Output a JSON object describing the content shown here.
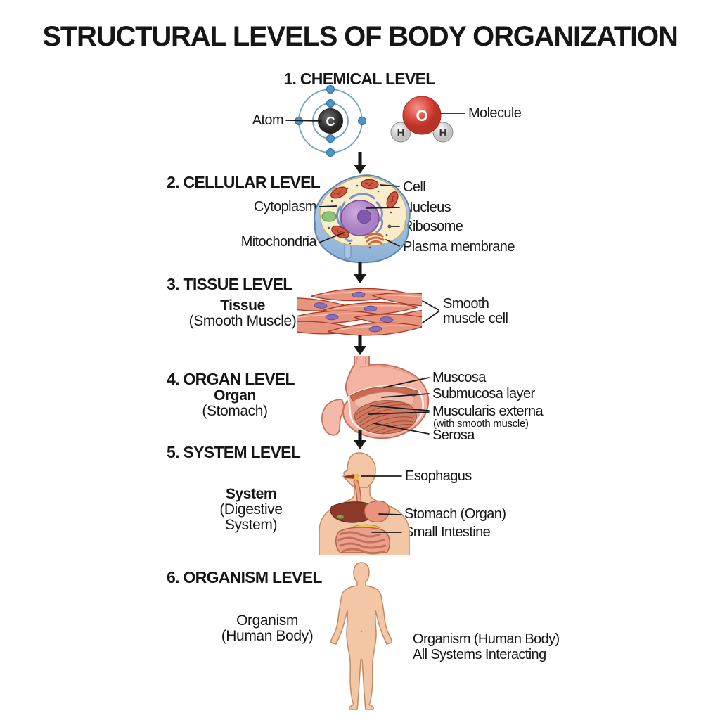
{
  "title": "STRUCTURAL LEVELS OF BODY ORGANIZATION",
  "chemical": {
    "heading": "1. CHEMICAL LEVEL",
    "atom_label": "Atom",
    "molecule_label": "Molecule",
    "carbon_symbol": "C",
    "oxygen_symbol": "O",
    "hydrogen_symbol": "H"
  },
  "cellular": {
    "heading": "2. CELLULAR LEVEL",
    "cytoplasm_label": "Cytoplasm",
    "mitochondria_label": "Mitochondria",
    "cell_label": "Cell",
    "nucleus_label": "Nucleus",
    "ribosome_label": "Ribosome",
    "plasma_membrane_label": "Plasma membrane"
  },
  "tissue": {
    "heading": "3. TISSUE LEVEL",
    "caption_title": "Tissue",
    "caption_sub": "(Smooth Muscle)",
    "cell_label_line1": "Smooth",
    "cell_label_line2": "muscle cell"
  },
  "organ": {
    "heading": "4. ORGAN LEVEL",
    "caption_title": "Organ",
    "caption_sub": "(Stomach)",
    "mucosa_label": "Muscosa",
    "submucosa_label": "Submucosa layer",
    "muscularis_label": "Muscularis externa",
    "muscularis_sub": "(with smooth muscle)",
    "serosa_label": "Serosa"
  },
  "system": {
    "heading": "5. SYSTEM LEVEL",
    "caption_title": "System",
    "caption_line2": "(Digestive",
    "caption_line3": "System)",
    "esophagus_label": "Esophagus",
    "stomach_label": "Stomach (Organ)",
    "intestine_label": "Small Intestine"
  },
  "organism": {
    "heading": "6. ORGANISM LEVEL",
    "caption_line1": "Organism",
    "caption_line2": "(Human Body)",
    "note_line1": "Organism (Human Body)",
    "note_line2": "All Systems Interacting"
  },
  "colors": {
    "text": "#161616",
    "electron_blue": "#4d94c9",
    "oxygen_red": "#d8453a",
    "hydrogen_gray": "#d6d6d6",
    "membrane_blue": "#a9c6e4",
    "cytoplasm_cream": "#f9ecca",
    "nucleus_purple": "#bb95d2",
    "mitochondria_red": "#cd5a41",
    "muscle_pink": "#e8947f",
    "stomach_pink": "#f5b4a3",
    "skin": "#f3c7a5"
  }
}
